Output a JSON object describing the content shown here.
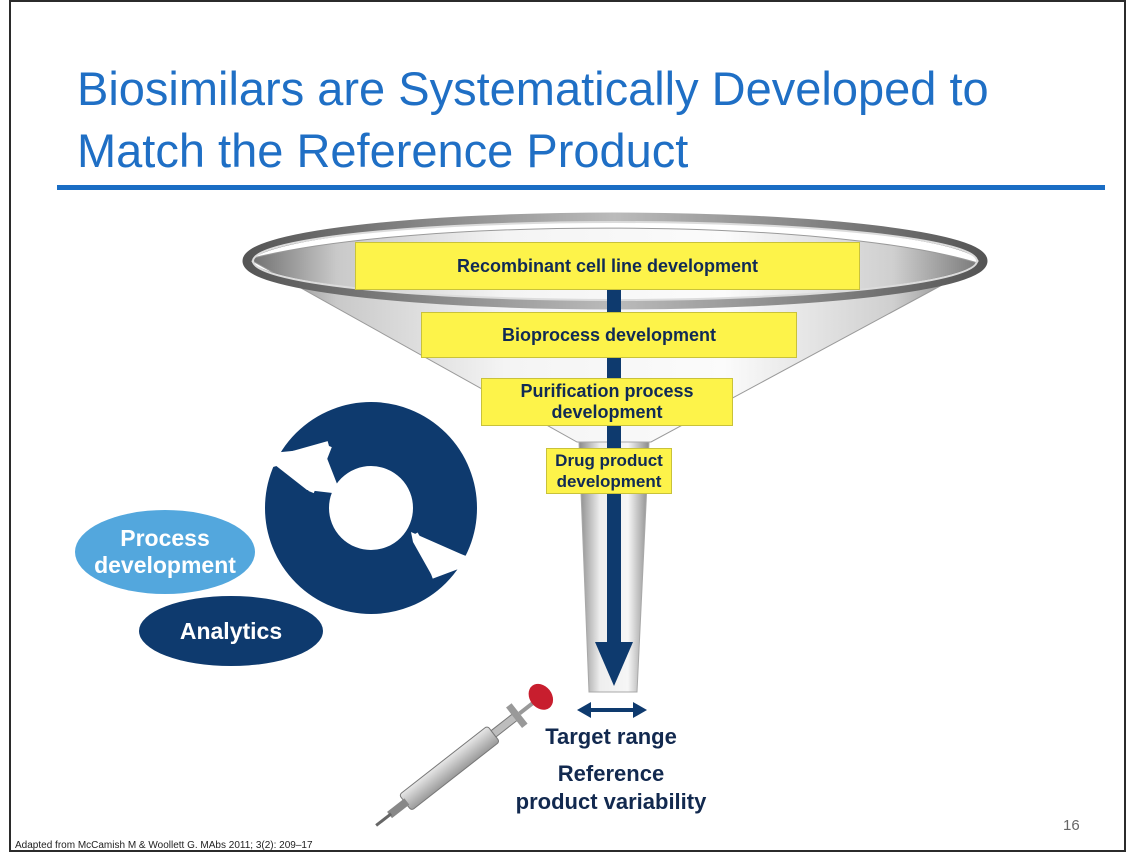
{
  "slide": {
    "title_line1": "Biosimilars are Systematically Developed to",
    "title_line2": "Match the Reference Product",
    "page_number": "16",
    "footnote": "Adapted from McCamish M & Woollett G. MAbs 2011; 3(2): 209–17"
  },
  "funnel": {
    "stages": [
      "Recombinant cell line development",
      "Bioprocess development",
      "Purification process development",
      "Drug product development"
    ],
    "stage3_line1": "Purification process",
    "stage3_line2": "development",
    "stage4_line1": "Drug product",
    "stage4_line2": "development"
  },
  "cycle": {
    "process_line1": "Process",
    "process_line2": "development",
    "analytics": "Analytics"
  },
  "outcome": {
    "target_range": "Target range",
    "reference_line1": "Reference",
    "reference_line2": "product variability"
  },
  "colors": {
    "title_blue": "#1f6fc5",
    "navy": "#0e3a6e",
    "light_blue": "#4aa3dc",
    "stage_yellow": "#fdf34a",
    "label_text": "#12294f"
  }
}
